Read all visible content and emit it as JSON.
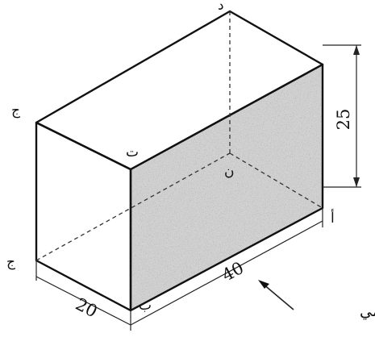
{
  "dimensions": {
    "height": "25",
    "length": "40",
    "width": "20"
  },
  "vertex_labels": {
    "top_back_right": "د",
    "top_front_left": "ج",
    "front_top_left": "ت",
    "front_face_center": "ن",
    "bottom_back_left": "ج",
    "front_bottom_left": "ب",
    "right_bottom": "أ"
  },
  "front_label": "الأمامي",
  "colors": {
    "line": "#111111",
    "front_face_shade": "#c9c9c9",
    "background": "#ffffff"
  }
}
